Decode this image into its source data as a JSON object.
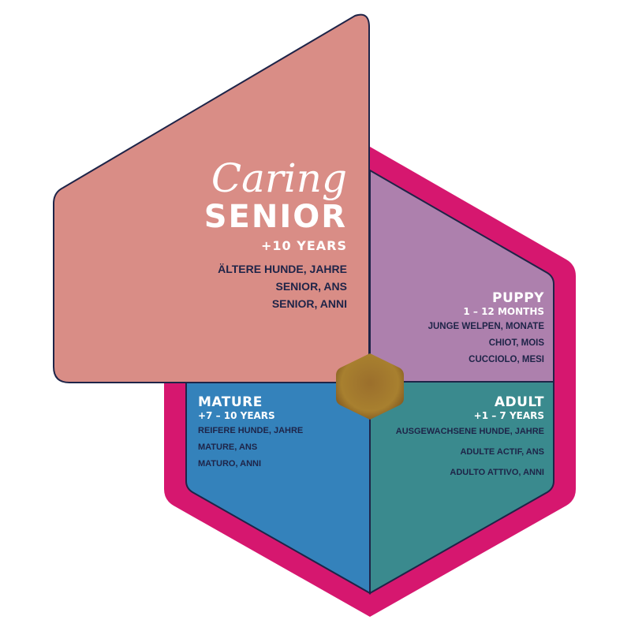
{
  "colors": {
    "outer_border": "#d6176f",
    "outline": "#1e2448",
    "senior": "#d98d86",
    "puppy": "#ad80ad",
    "adult": "#3a8a8e",
    "mature": "#3482bb",
    "kibble": "#a57a2e",
    "heading_text": "#ffffff",
    "body_text": "#1e2448"
  },
  "senior": {
    "script_title": "Caring",
    "title": "SENIOR",
    "age": "+10 YEARS",
    "translations": [
      "ÄLTERE HUNDE, JAHRE",
      "SENIOR, ANS",
      "SENIOR, ANNI"
    ]
  },
  "puppy": {
    "title": "PUPPY",
    "age": "1 – 12 MONTHS",
    "translations": [
      "JUNGE WELPEN, MONATE",
      "CHIOT, MOIS",
      "CUCCIOLO, MESI"
    ]
  },
  "adult": {
    "title": "ADULT",
    "age": "+1 – 7 YEARS",
    "translations": [
      "AUSGEWACHSENE HUNDE, JAHRE",
      "ADULTE ACTIF, ANS",
      "ADULTO ATTIVO, ANNI"
    ]
  },
  "mature": {
    "title": "MATURE",
    "age": "+7 – 10 YEARS",
    "translations": [
      "REIFERE HUNDE, JAHRE",
      "MATURE, ANS",
      "MATURO, ANNI"
    ]
  },
  "center_image": "kibble-icon"
}
